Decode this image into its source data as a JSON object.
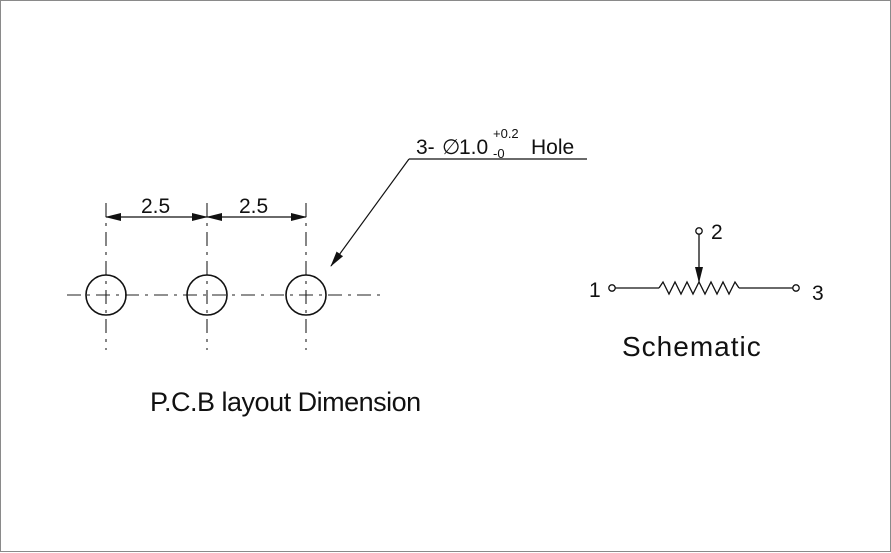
{
  "pcb": {
    "spacing_1": "2.5",
    "spacing_2": "2.5",
    "hole_count_prefix": "3-",
    "diameter_symbol": "∅",
    "hole_nominal": "1.0",
    "tolerance_plus": "+0.2",
    "tolerance_minus": "-0",
    "hole_suffix": "Hole",
    "caption": "P.C.B layout Dimension"
  },
  "schematic": {
    "pin_1": "1",
    "pin_2": "2",
    "pin_3": "3",
    "caption": "Schematic"
  }
}
